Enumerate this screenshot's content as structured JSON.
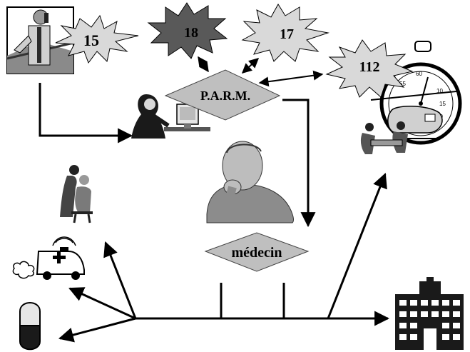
{
  "emergency_numbers": {
    "samu": "15",
    "pompiers": "18",
    "police": "17",
    "europe": "112"
  },
  "nodes": {
    "parm": "P.A.R.M.",
    "medecin": "médecin"
  },
  "colors": {
    "burst_light": "#d9d9d9",
    "burst_dark": "#595959",
    "diamond": "#bfbfbf",
    "line": "#000000"
  },
  "icons": [
    "caller-icon",
    "regulator-operator-icon",
    "doctor-thinking-icon",
    "home-doctor-icon",
    "ambulance-icon",
    "pill-icon",
    "stopwatch-icon",
    "helicopter-icon",
    "rescue-team-icon",
    "hospital-icon"
  ]
}
